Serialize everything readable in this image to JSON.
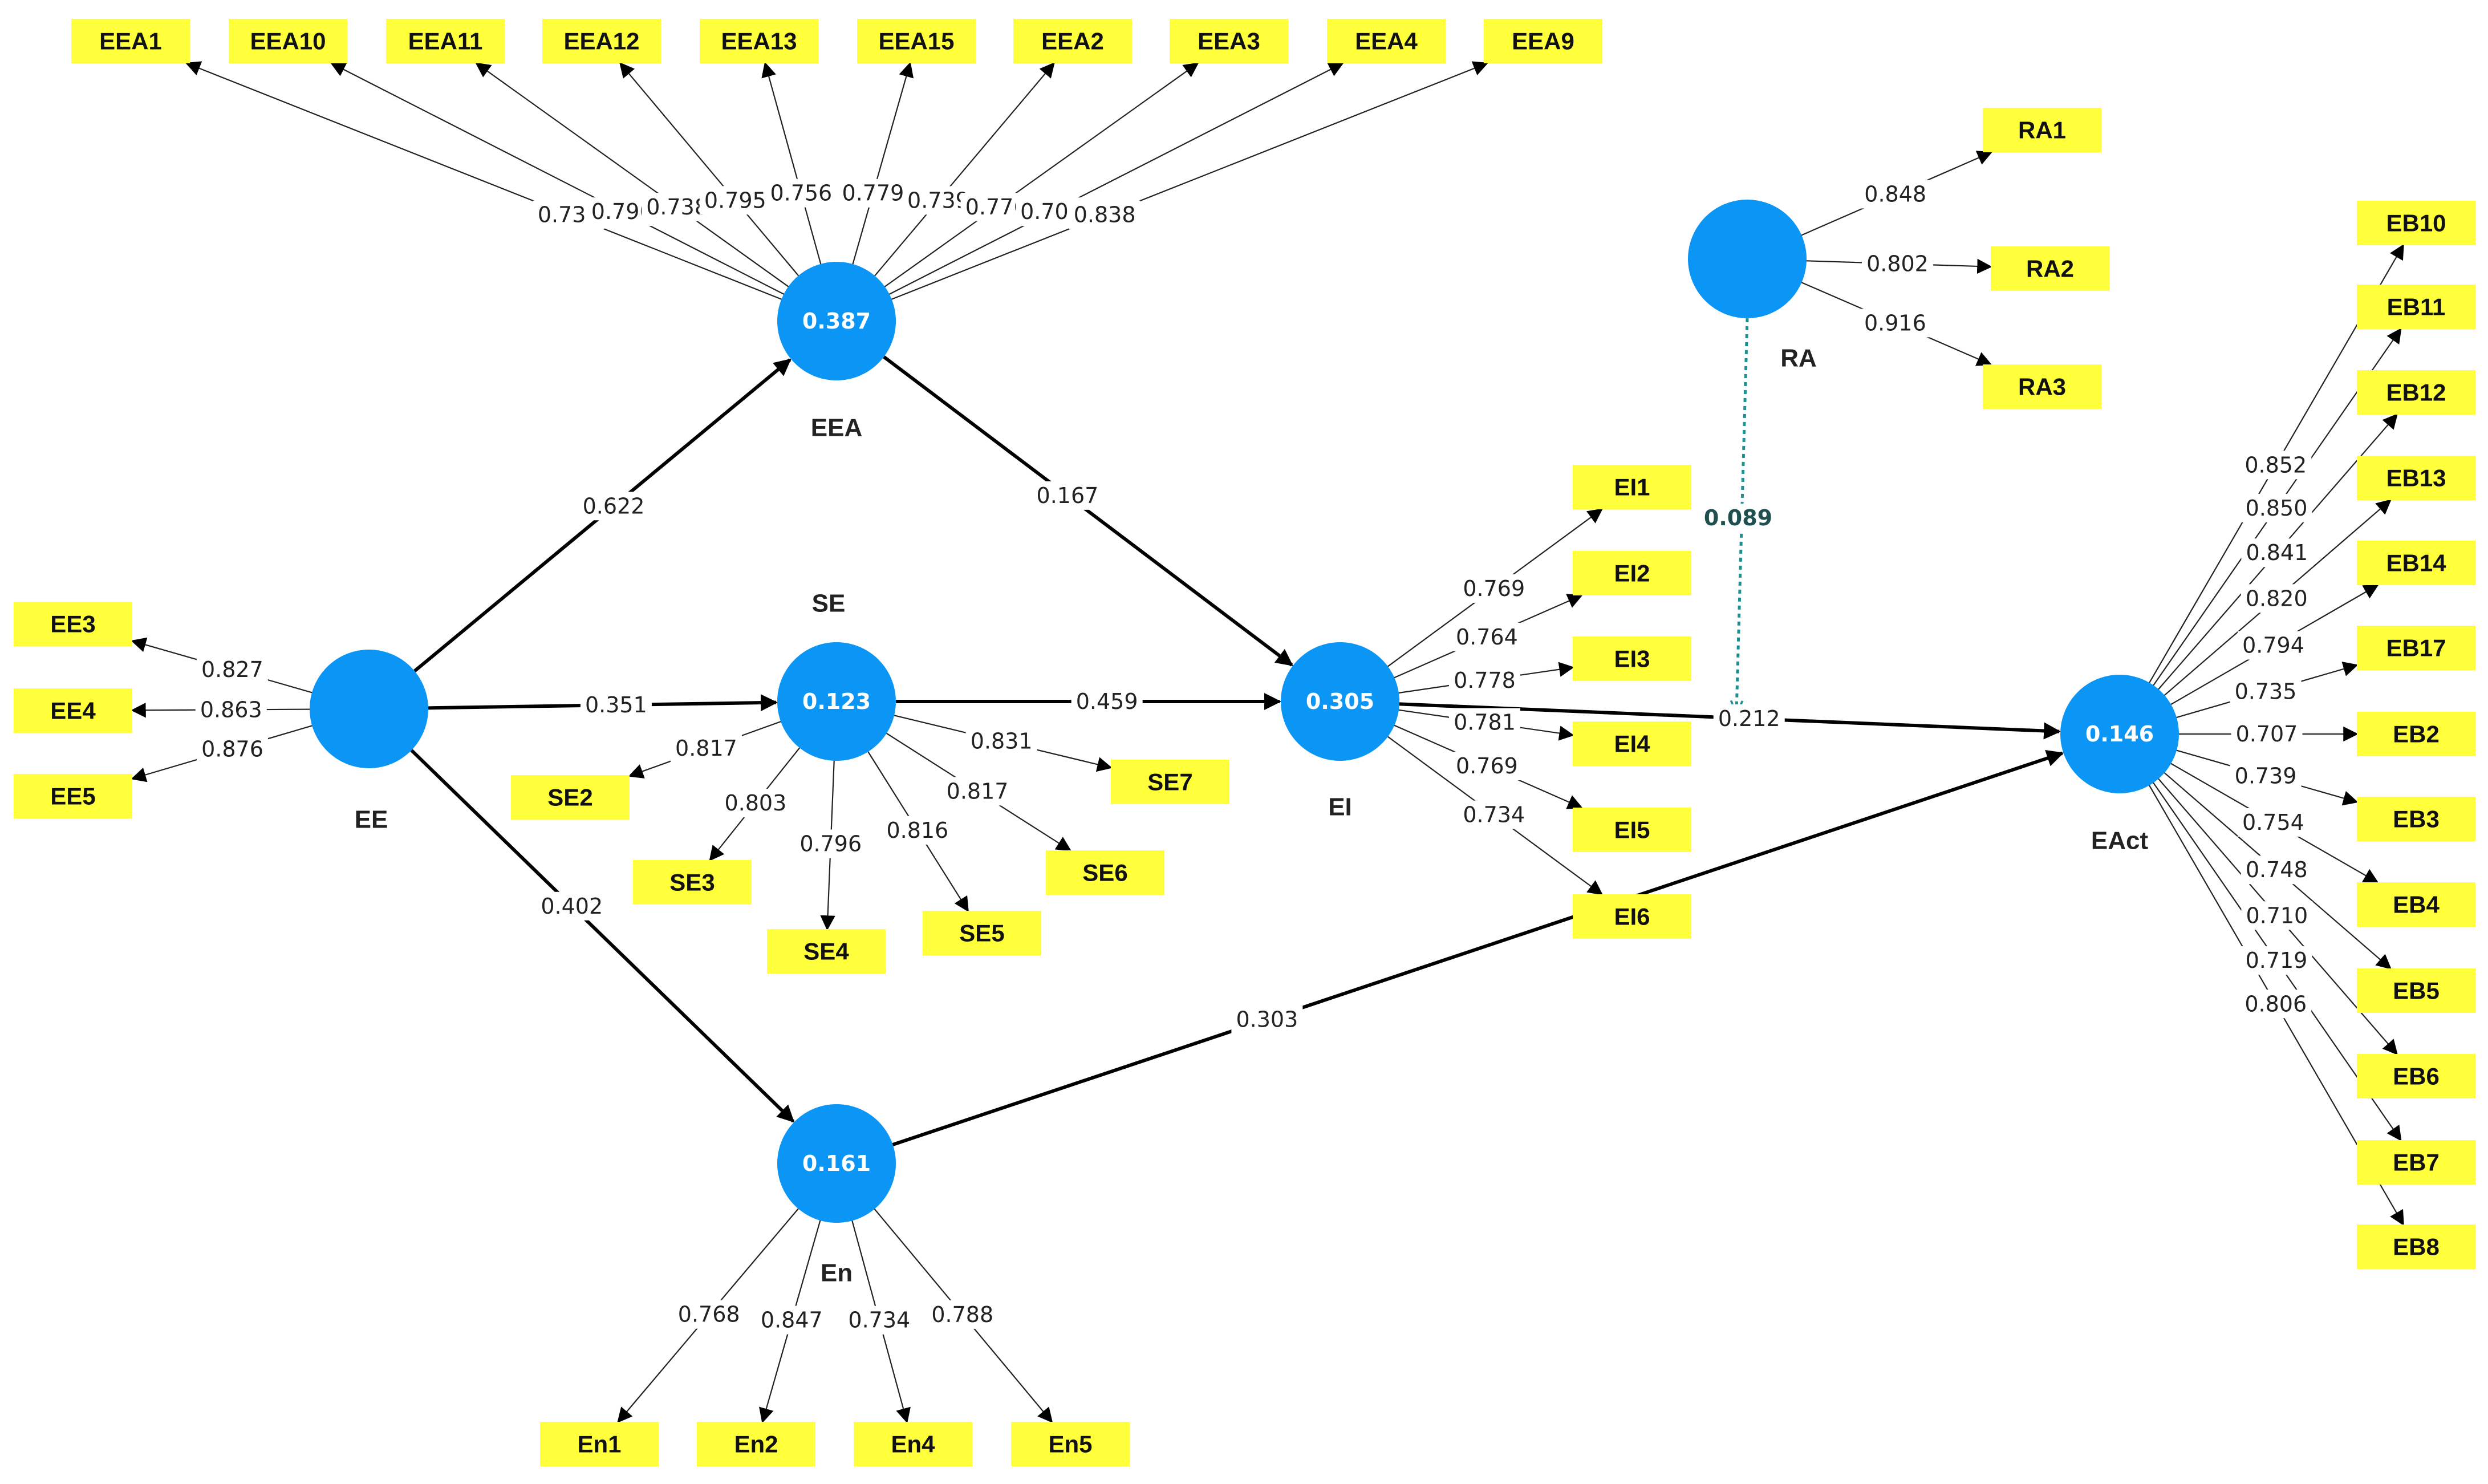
{
  "latent_variables": [
    {
      "id": "EE",
      "label": "EE",
      "value": null
    },
    {
      "id": "EEA",
      "label": "EEA",
      "value": "0.387"
    },
    {
      "id": "SE",
      "label": "SE",
      "value": "0.123"
    },
    {
      "id": "EI",
      "label": "EI",
      "value": "0.305"
    },
    {
      "id": "En",
      "label": "En",
      "value": "0.161"
    },
    {
      "id": "RA",
      "label": "RA",
      "value": null
    },
    {
      "id": "EAct",
      "label": "EAct",
      "value": "0.146"
    }
  ],
  "indicators": [
    {
      "id": "EEA1",
      "label": "EEA1"
    },
    {
      "id": "EEA10",
      "label": "EEA10"
    },
    {
      "id": "EEA11",
      "label": "EEA11"
    },
    {
      "id": "EEA12",
      "label": "EEA12"
    },
    {
      "id": "EEA13",
      "label": "EEA13"
    },
    {
      "id": "EEA15",
      "label": "EEA15"
    },
    {
      "id": "EEA2",
      "label": "EEA2"
    },
    {
      "id": "EEA3",
      "label": "EEA3"
    },
    {
      "id": "EEA4",
      "label": "EEA4"
    },
    {
      "id": "EEA9",
      "label": "EEA9"
    },
    {
      "id": "EE3",
      "label": "EE3"
    },
    {
      "id": "EE4",
      "label": "EE4"
    },
    {
      "id": "EE5",
      "label": "EE5"
    },
    {
      "id": "SE2",
      "label": "SE2"
    },
    {
      "id": "SE3",
      "label": "SE3"
    },
    {
      "id": "SE4",
      "label": "SE4"
    },
    {
      "id": "SE5",
      "label": "SE5"
    },
    {
      "id": "SE6",
      "label": "SE6"
    },
    {
      "id": "SE7",
      "label": "SE7"
    },
    {
      "id": "EI1",
      "label": "EI1"
    },
    {
      "id": "EI2",
      "label": "EI2"
    },
    {
      "id": "EI3",
      "label": "EI3"
    },
    {
      "id": "EI4",
      "label": "EI4"
    },
    {
      "id": "EI5",
      "label": "EI5"
    },
    {
      "id": "EI6",
      "label": "EI6"
    },
    {
      "id": "RA1",
      "label": "RA1"
    },
    {
      "id": "RA2",
      "label": "RA2"
    },
    {
      "id": "RA3",
      "label": "RA3"
    },
    {
      "id": "En1",
      "label": "En1"
    },
    {
      "id": "En2",
      "label": "En2"
    },
    {
      "id": "En4",
      "label": "En4"
    },
    {
      "id": "En5",
      "label": "En5"
    },
    {
      "id": "EB10",
      "label": "EB10"
    },
    {
      "id": "EB11",
      "label": "EB11"
    },
    {
      "id": "EB12",
      "label": "EB12"
    },
    {
      "id": "EB13",
      "label": "EB13"
    },
    {
      "id": "EB14",
      "label": "EB14"
    },
    {
      "id": "EB17",
      "label": "EB17"
    },
    {
      "id": "EB2",
      "label": "EB2"
    },
    {
      "id": "EB3",
      "label": "EB3"
    },
    {
      "id": "EB4",
      "label": "EB4"
    },
    {
      "id": "EB5",
      "label": "EB5"
    },
    {
      "id": "EB6",
      "label": "EB6"
    },
    {
      "id": "EB7",
      "label": "EB7"
    },
    {
      "id": "EB8",
      "label": "EB8"
    }
  ],
  "loadings": [
    {
      "from": "EEA",
      "to": "EEA1",
      "value": "0.733"
    },
    {
      "from": "EEA",
      "to": "EEA10",
      "value": "0.790"
    },
    {
      "from": "EEA",
      "to": "EEA11",
      "value": "0.738"
    },
    {
      "from": "EEA",
      "to": "EEA12",
      "value": "0.795"
    },
    {
      "from": "EEA",
      "to": "EEA13",
      "value": "0.756"
    },
    {
      "from": "EEA",
      "to": "EEA15",
      "value": "0.779"
    },
    {
      "from": "EEA",
      "to": "EEA2",
      "value": "0.739"
    },
    {
      "from": "EEA",
      "to": "EEA3",
      "value": "0.776"
    },
    {
      "from": "EEA",
      "to": "EEA4",
      "value": "0.705"
    },
    {
      "from": "EEA",
      "to": "EEA9",
      "value": "0.838"
    },
    {
      "from": "EE",
      "to": "EE3",
      "value": "0.827"
    },
    {
      "from": "EE",
      "to": "EE4",
      "value": "0.863"
    },
    {
      "from": "EE",
      "to": "EE5",
      "value": "0.876"
    },
    {
      "from": "SE",
      "to": "SE2",
      "value": "0.817"
    },
    {
      "from": "SE",
      "to": "SE3",
      "value": "0.803"
    },
    {
      "from": "SE",
      "to": "SE4",
      "value": "0.796"
    },
    {
      "from": "SE",
      "to": "SE5",
      "value": "0.816"
    },
    {
      "from": "SE",
      "to": "SE6",
      "value": "0.817"
    },
    {
      "from": "SE",
      "to": "SE7",
      "value": "0.831"
    },
    {
      "from": "EI",
      "to": "EI1",
      "value": "0.769"
    },
    {
      "from": "EI",
      "to": "EI2",
      "value": "0.764"
    },
    {
      "from": "EI",
      "to": "EI3",
      "value": "0.778"
    },
    {
      "from": "EI",
      "to": "EI4",
      "value": "0.781"
    },
    {
      "from": "EI",
      "to": "EI5",
      "value": "0.769"
    },
    {
      "from": "EI",
      "to": "EI6",
      "value": "0.734"
    },
    {
      "from": "RA",
      "to": "RA1",
      "value": "0.848"
    },
    {
      "from": "RA",
      "to": "RA2",
      "value": "0.802"
    },
    {
      "from": "RA",
      "to": "RA3",
      "value": "0.916"
    },
    {
      "from": "En",
      "to": "En1",
      "value": "0.768"
    },
    {
      "from": "En",
      "to": "En2",
      "value": "0.847"
    },
    {
      "from": "En",
      "to": "En4",
      "value": "0.734"
    },
    {
      "from": "En",
      "to": "En5",
      "value": "0.788"
    },
    {
      "from": "EAct",
      "to": "EB10",
      "value": "0.852"
    },
    {
      "from": "EAct",
      "to": "EB11",
      "value": "0.850"
    },
    {
      "from": "EAct",
      "to": "EB12",
      "value": "0.841"
    },
    {
      "from": "EAct",
      "to": "EB13",
      "value": "0.820"
    },
    {
      "from": "EAct",
      "to": "EB14",
      "value": "0.794"
    },
    {
      "from": "EAct",
      "to": "EB17",
      "value": "0.735"
    },
    {
      "from": "EAct",
      "to": "EB2",
      "value": "0.707"
    },
    {
      "from": "EAct",
      "to": "EB3",
      "value": "0.739"
    },
    {
      "from": "EAct",
      "to": "EB4",
      "value": "0.754"
    },
    {
      "from": "EAct",
      "to": "EB5",
      "value": "0.748"
    },
    {
      "from": "EAct",
      "to": "EB6",
      "value": "0.710"
    },
    {
      "from": "EAct",
      "to": "EB7",
      "value": "0.719"
    },
    {
      "from": "EAct",
      "to": "EB8",
      "value": "0.806"
    }
  ],
  "paths": [
    {
      "from": "EE",
      "to": "EEA",
      "value": "0.622"
    },
    {
      "from": "EE",
      "to": "SE",
      "value": "0.351"
    },
    {
      "from": "EE",
      "to": "En",
      "value": "0.402"
    },
    {
      "from": "EEA",
      "to": "EI",
      "value": "0.167"
    },
    {
      "from": "SE",
      "to": "EI",
      "value": "0.459"
    },
    {
      "from": "EI",
      "to": "EAct",
      "value": "0.212"
    },
    {
      "from": "En",
      "to": "EAct",
      "value": "0.303"
    }
  ],
  "moderation": {
    "from": "RA",
    "value": "0.089"
  },
  "colors": {
    "construct": "#0b96f5",
    "indicator": "#ffff3c",
    "moderator_path": "#1f8f8f"
  }
}
